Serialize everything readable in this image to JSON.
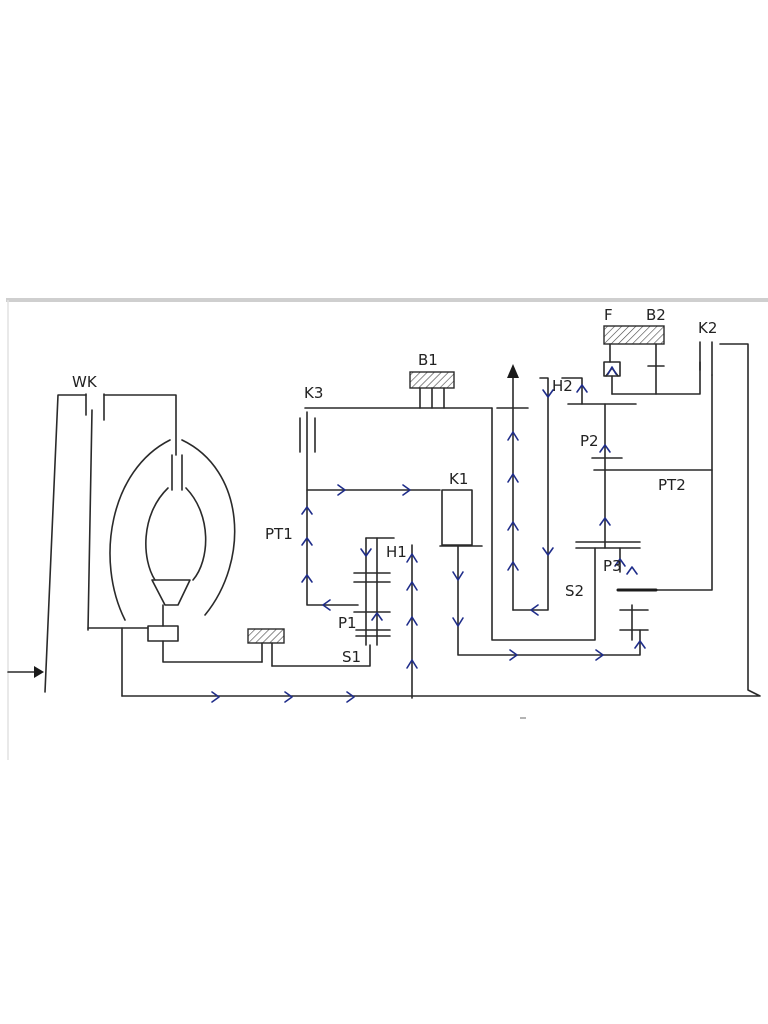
{
  "diagram": {
    "labels": {
      "wk": "WK",
      "b1": "B1",
      "k3": "K3",
      "k1": "K1",
      "pt1": "PT1",
      "h1": "H1",
      "p1": "P1",
      "s1": "S1",
      "f": "F",
      "b2": "B2",
      "k2": "K2",
      "h2": "H2",
      "p2": "P2",
      "pt2": "PT2",
      "p3": "P3",
      "s2": "S2"
    },
    "colors": {
      "ink": "#2a2a2a",
      "flow": "#1f2d8a",
      "paper_edge": "#cfcfcf"
    }
  }
}
